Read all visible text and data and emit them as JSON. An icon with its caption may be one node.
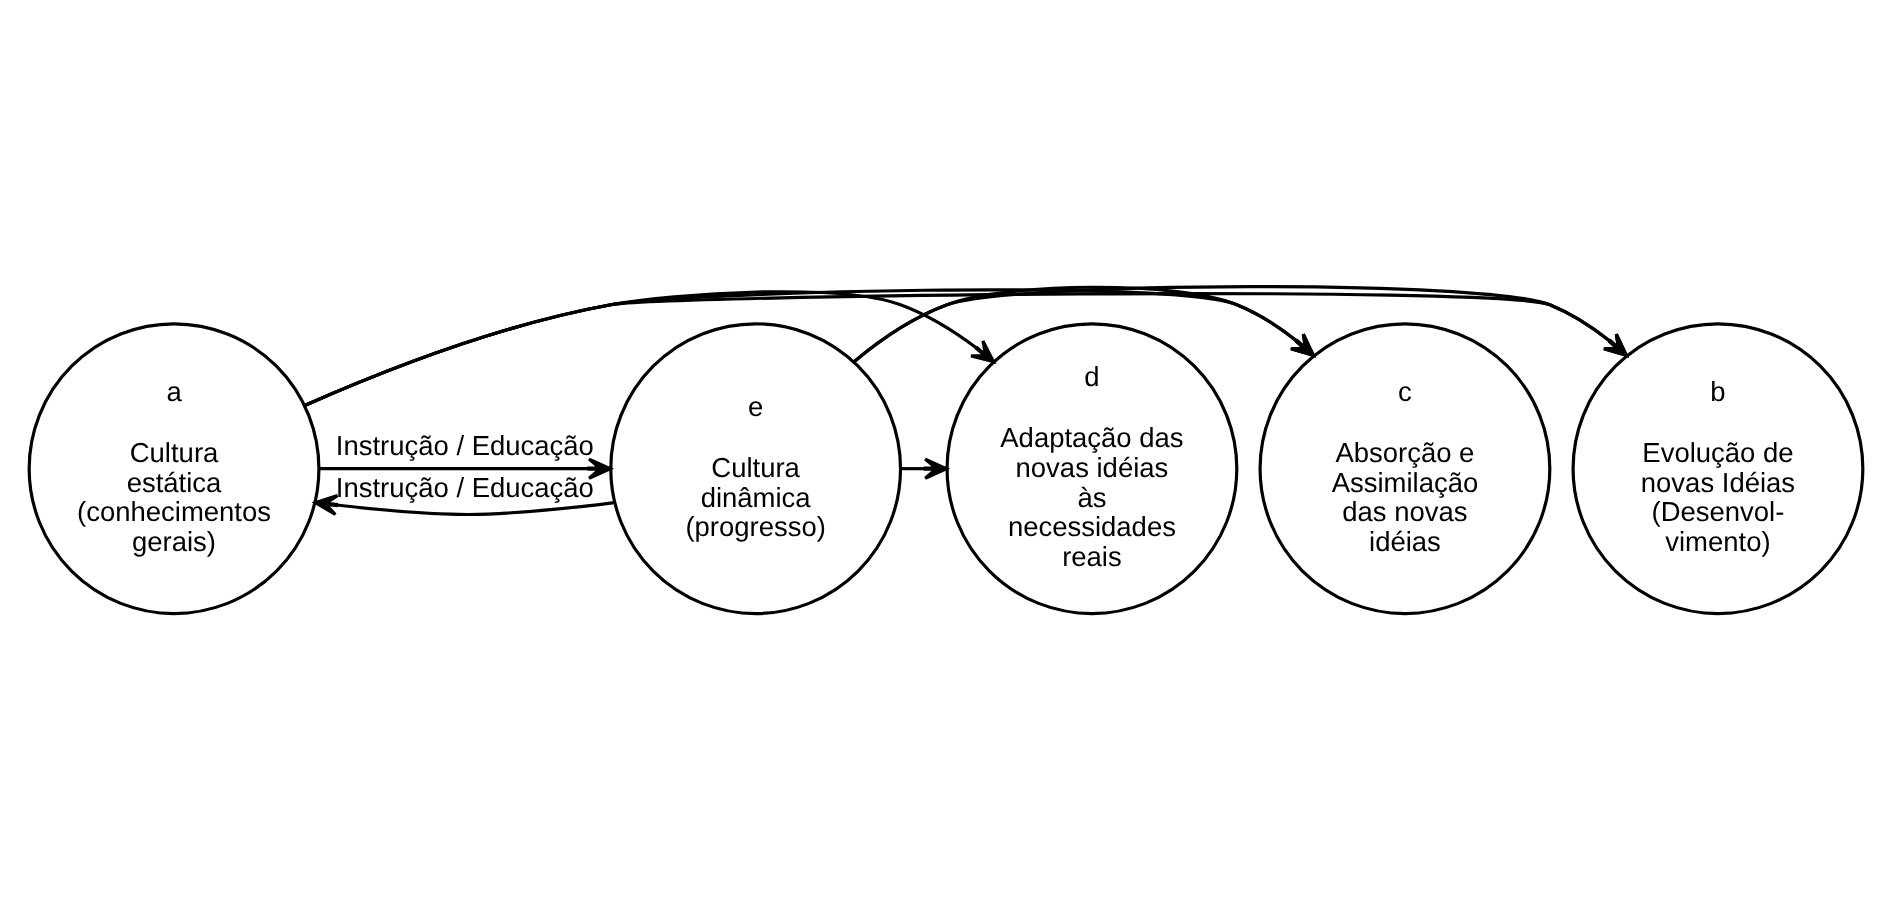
{
  "diagram": {
    "nodes": [
      {
        "text": [
          "a",
          "Cultura estática (conhecimentos gerais)"
        ]
      },
      {
        "text": [
          "b",
          "Evolução de novas Idéias (Desenvol- vimento)"
        ]
      },
      {
        "text": [
          "c",
          "Absorção e Assimilação das novas idéias"
        ]
      },
      {
        "text": [
          "d",
          "Adaptação das novas idéias às necessidades reais"
        ]
      },
      {
        "text": [
          "e",
          "Cultura dinâmica (progresso)"
        ]
      }
    ],
    "edges": [
      {
        "from": 0,
        "to": 4,
        "arrow": "to",
        "label": "Instrução / Educação"
      },
      {
        "from": 0,
        "to": 1,
        "arrow": "to"
      },
      {
        "from": 0,
        "to": 2,
        "arrow": "to"
      },
      {
        "from": 0,
        "to": 3,
        "arrow": "to"
      },
      {
        "from": 4,
        "to": 0,
        "arrow": "to",
        "label": "Instrução / Educação"
      },
      {
        "from": 4,
        "to": 1,
        "arrow": "to"
      },
      {
        "from": 4,
        "to": 2,
        "arrow": "to"
      },
      {
        "from": 4,
        "to": 3,
        "arrow": "to"
      }
    ]
  }
}
